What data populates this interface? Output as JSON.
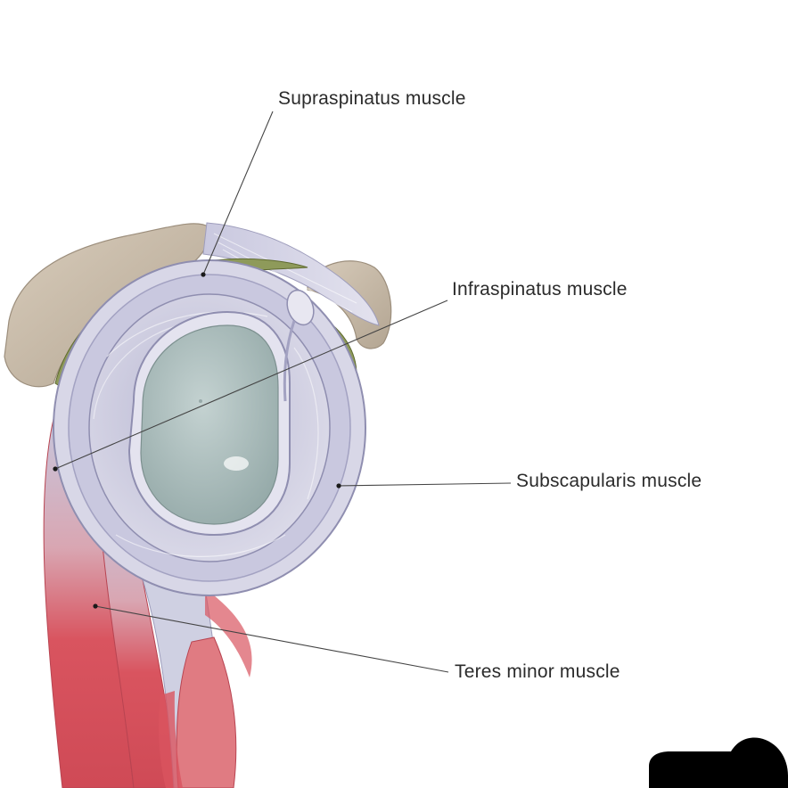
{
  "labels": {
    "supraspinatus": "Supraspinatus muscle",
    "infraspinatus": "Infraspinatus muscle",
    "subscapularis": "Subscapularis muscle",
    "teres_minor": "Teres minor muscle"
  },
  "colors": {
    "background": "#ffffff",
    "bone": "#cdbfae",
    "bone_shadow": "#a89a88",
    "muscle_red": "#d9545f",
    "capsule_lavender": "#c9c8df",
    "capsule_outline": "#8f8eb0",
    "glenoid_cartilage": "#a9bcbb",
    "synovial_green": "#8e9a5a",
    "leader_line": "#444444",
    "label_text": "#2b2b2b"
  }
}
